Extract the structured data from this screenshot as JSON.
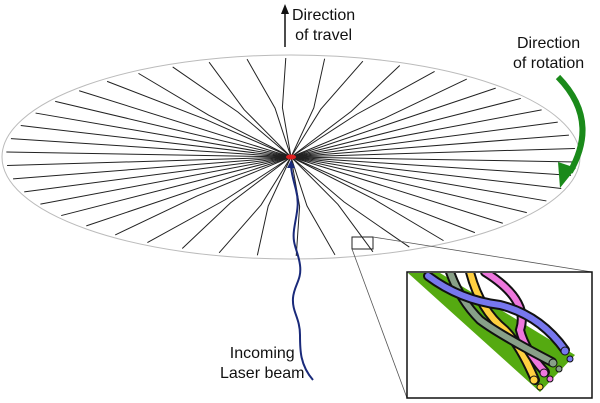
{
  "labels": {
    "travel_line1": "Direction",
    "travel_line2": "of travel",
    "rotation_line1": "Direction",
    "rotation_line2": "of rotation",
    "laser_line1": "Incoming",
    "laser_line2": "Laser beam"
  },
  "colors": {
    "rotation_arrow": "#1a8a1a",
    "laser_beam": "#1a2a7a",
    "focal_spot": "#e02020",
    "fiber_backing": "#55aa11",
    "strand_blue": "#7777ee",
    "strand_gray": "#88a088",
    "strand_pink": "#ee77dd",
    "strand_yellow": "#ffd040"
  }
}
